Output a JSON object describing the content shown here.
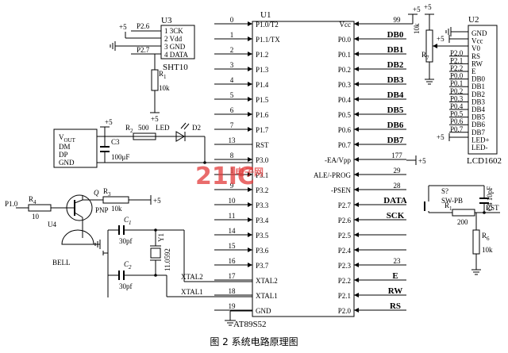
{
  "u1": {
    "ref": "U1",
    "part": "AT89S52",
    "left_pins": [
      {
        "num": "0",
        "name": "P1.0/T2"
      },
      {
        "num": "1",
        "name": "P1.1/TX"
      },
      {
        "num": "2",
        "name": "P1.2"
      },
      {
        "num": "3",
        "name": "P1.3"
      },
      {
        "num": "4",
        "name": "P1.4"
      },
      {
        "num": "5",
        "name": "P1.5"
      },
      {
        "num": "6",
        "name": "P1.6"
      },
      {
        "num": "7",
        "name": "P1.7"
      },
      {
        "num": "13",
        "name": "RST"
      },
      {
        "num": "8",
        "name": "P3.0"
      },
      {
        "num": "1",
        "name": "P3.1"
      },
      {
        "num": "9",
        "name": "P3.2"
      },
      {
        "num": "10",
        "name": "P3.3"
      },
      {
        "num": "11",
        "name": "P3.4"
      },
      {
        "num": "14",
        "name": "P3.5"
      },
      {
        "num": "15",
        "name": "P3.6"
      },
      {
        "num": "16",
        "name": "P3.7"
      },
      {
        "num": "17",
        "name": "XTAL2"
      },
      {
        "num": "18",
        "name": "XTAL1"
      },
      {
        "num": "19",
        "name": "GND"
      }
    ],
    "right_pins": [
      {
        "num": "99",
        "name": "Vcc",
        "net": ""
      },
      {
        "num": "",
        "name": "P0.0",
        "net": "DB0"
      },
      {
        "num": "",
        "name": "P0.1",
        "net": "DB1"
      },
      {
        "num": "",
        "name": "P0.2",
        "net": "DB2"
      },
      {
        "num": "",
        "name": "P0.3",
        "net": "DB3"
      },
      {
        "num": "",
        "name": "P0.4",
        "net": "DB4"
      },
      {
        "num": "",
        "name": "P0.5",
        "net": "DB5"
      },
      {
        "num": "",
        "name": "P0.6",
        "net": "DB6"
      },
      {
        "num": "",
        "name": "P0.7",
        "net": "DB7"
      },
      {
        "num": "177",
        "name": "-EA/Vpp",
        "net": ""
      },
      {
        "num": "29",
        "name": "ALE/-PROG",
        "net": ""
      },
      {
        "num": "28",
        "name": "-PSEN",
        "net": ""
      },
      {
        "num": "",
        "name": "P2.7",
        "net": "DATA"
      },
      {
        "num": "",
        "name": "P2.6",
        "net": "SCK"
      },
      {
        "num": "",
        "name": "P2.5",
        "net": ""
      },
      {
        "num": "",
        "name": "P2.4",
        "net": ""
      },
      {
        "num": "23",
        "name": "P2.3",
        "net": ""
      },
      {
        "num": "",
        "name": "P2.2",
        "net": "E"
      },
      {
        "num": "",
        "name": "P2.1",
        "net": "RW"
      },
      {
        "num": "",
        "name": "P2.0",
        "net": "RS"
      }
    ],
    "vcc_supply": "+5",
    "ea_supply": "+5"
  },
  "u3": {
    "ref": "U3",
    "part": "SHT10",
    "pins": [
      "1 3CK",
      "2 Vdd",
      "3 GND",
      "4 DATA"
    ],
    "port_sck": "P2.6",
    "port_data": "P2.7",
    "supply": "+5",
    "pullup_ref": "R",
    "pullup_sub": "1",
    "pullup_value": "10k",
    "pullup_supply": "+5"
  },
  "u2": {
    "ref": "U2",
    "part": "LCD1602",
    "pins": [
      "GND",
      "Vcc",
      "V0",
      "RS",
      "RW",
      "E",
      "DB0",
      "DB1",
      "DB2",
      "DB3",
      "DB4",
      "DB5",
      "DB6",
      "DB7",
      "LED+",
      "LED-"
    ],
    "ports": [
      "P2.0",
      "P2.1",
      "P2.2",
      "P0.0",
      "P0.1",
      "P0.2",
      "P0.3",
      "P0.4",
      "P0.5",
      "P0.6",
      "P0.7"
    ],
    "vcc_supply": "+5",
    "led_supply": "+5",
    "pot_ref": "R",
    "pot_sub": "7",
    "pot_value": "10k",
    "pot_supply": "+5"
  },
  "power": {
    "vout": "V",
    "vout_sub": "OUT",
    "pins": [
      "DM",
      "DP",
      "GND"
    ],
    "cap_ref": "C3",
    "cap_value": "100μF",
    "supply": "+5",
    "led_res_ref": "R",
    "led_res_sub": "2",
    "led_res_value": "500",
    "led_label": "LED",
    "diode_ref": "D2"
  },
  "buzzer": {
    "r3_ref": "R",
    "r3_sub": "3",
    "r3_value": "10k",
    "r3_supply": "+5",
    "transistor_ref": "Q",
    "transistor_type": "PNP",
    "r4_ref": "R",
    "r4_sub": "4",
    "r4_value": "10",
    "input": "P1.0",
    "bell_ref": "U4",
    "bell_label": "BELL"
  },
  "crystal": {
    "c1_ref": "C",
    "c1_sub": "1",
    "c1_value": "30pf",
    "c2_ref": "C",
    "c2_sub": "2",
    "c2_value": "30pf",
    "xtal_ref": "Y1",
    "xtal_value": "11.0592",
    "net1": "XTAL1",
    "net2": "XTAL2"
  },
  "reset": {
    "switch_ref": "S?",
    "switch_type": "SW-PB",
    "cap_ref": "C4",
    "cap_value": "10pF",
    "r1_ref": "R",
    "r1_sub": "1",
    "r1_value": "200",
    "r6_ref": "R",
    "r6_sub": "6",
    "r6_value": "10k",
    "net": "RST"
  },
  "watermark": {
    "big": "21IC",
    "small": "电子网"
  },
  "caption": "图 2    系统电路原理图"
}
